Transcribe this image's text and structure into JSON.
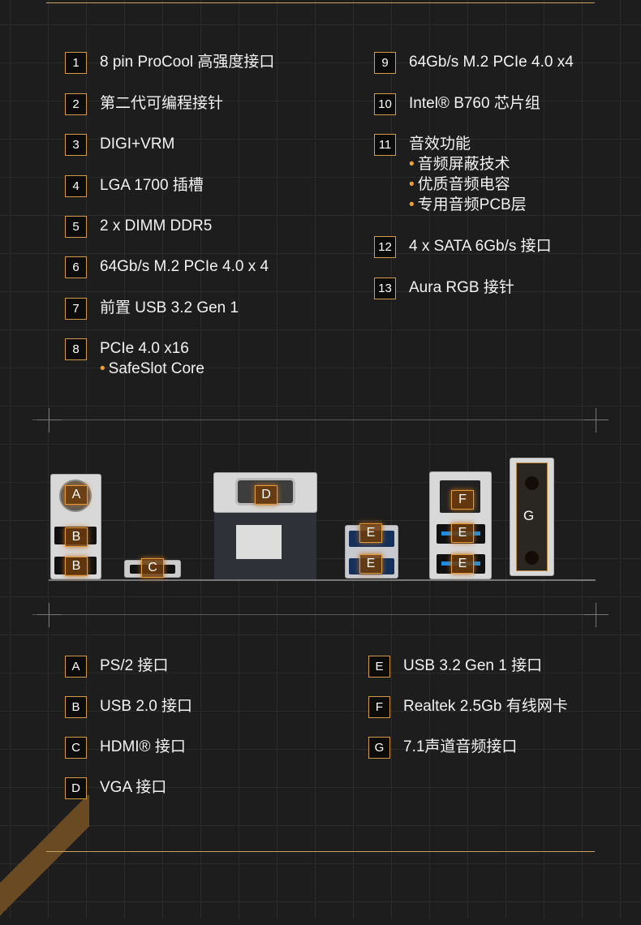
{
  "features_left": [
    {
      "num": "1",
      "label": "8 pin ProCool 高强度接口"
    },
    {
      "num": "2",
      "label": "第二代可编程接针"
    },
    {
      "num": "3",
      "label": "DIGI+VRM"
    },
    {
      "num": "4",
      "label": "LGA 1700 插槽"
    },
    {
      "num": "5",
      "label": "2 x DIMM DDR5"
    },
    {
      "num": "6",
      "label": "64Gb/s M.2 PCIe 4.0 x 4"
    },
    {
      "num": "7",
      "label": "前置 USB 3.2 Gen 1"
    },
    {
      "num": "8",
      "label": "PCIe 4.0 x16",
      "subs": [
        "SafeSlot Core"
      ]
    }
  ],
  "features_right": [
    {
      "num": "9",
      "label": "64Gb/s M.2 PCIe 4.0 x4"
    },
    {
      "num": "10",
      "label": "Intel® B760 芯片组"
    },
    {
      "num": "11",
      "label": "音效功能",
      "subs": [
        "音频屏蔽技术",
        "优质音频电容",
        "专用音频PCB层"
      ]
    },
    {
      "num": "12",
      "label": "4 x SATA 6Gb/s 接口"
    },
    {
      "num": "13",
      "label": "Aura RGB 接针"
    }
  ],
  "port_tags": {
    "a": "A",
    "b": "B",
    "c": "C",
    "d": "D",
    "e": "E",
    "f": "F",
    "g": "G"
  },
  "legend_left": [
    {
      "num": "A",
      "label": "PS/2 接口"
    },
    {
      "num": "B",
      "label": "USB 2.0 接口"
    },
    {
      "num": "C",
      "label": "HDMI® 接口"
    },
    {
      "num": "D",
      "label": "VGA 接口"
    }
  ],
  "legend_right": [
    {
      "num": "E",
      "label": "USB 3.2 Gen 1 接口"
    },
    {
      "num": "F",
      "label": "Realtek 2.5Gb 有线网卡"
    },
    {
      "num": "G",
      "label": "7.1声道音频接口"
    }
  ],
  "colors": {
    "accent": "#d39a48",
    "usb3": "#1e8fe0"
  }
}
